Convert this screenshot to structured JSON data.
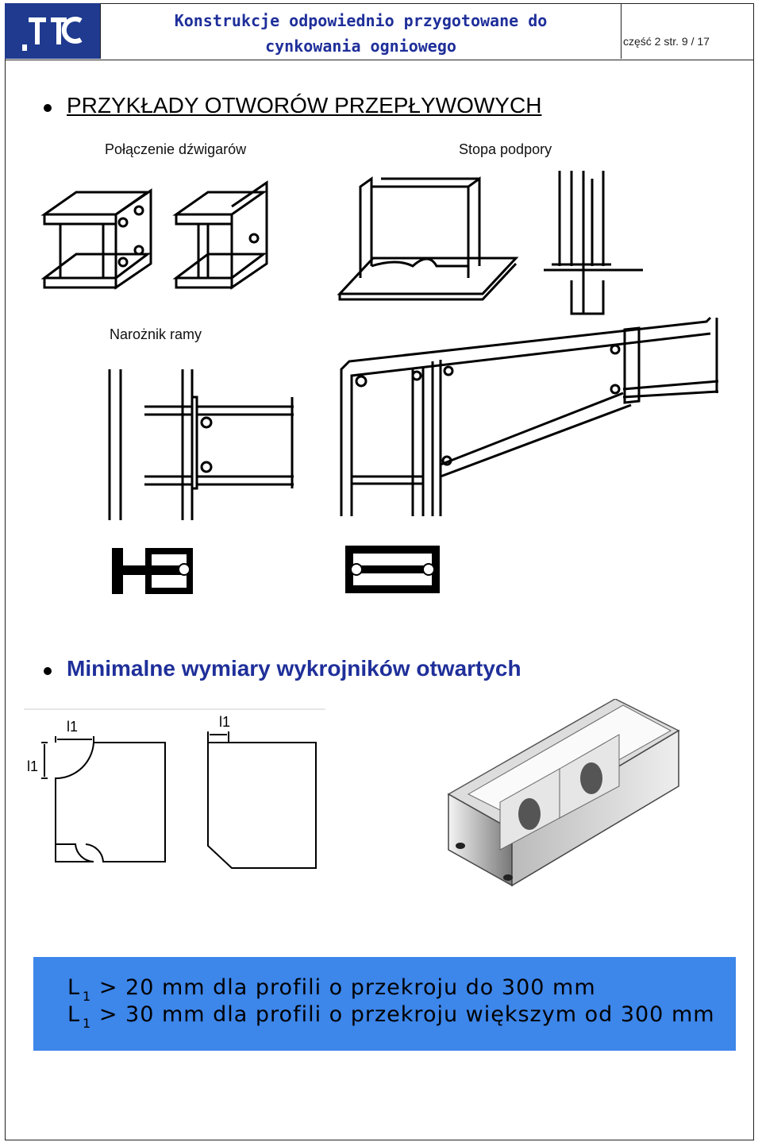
{
  "header": {
    "title_line1": "Konstrukcje odpowiednio przygotowane do",
    "title_line2": "cynkowania ogniowego",
    "page_info": "część 2 str. 9 / 17"
  },
  "section1": {
    "heading": "PRZYKŁADY OTWORÓW PRZEPŁYWOWYCH",
    "caption_left": "Połączenie dźwigarów",
    "caption_right": "Stopa podpory",
    "caption_frame": "Narożnik ramy"
  },
  "section2": {
    "heading": "Minimalne wymiary wykrojników otwartych",
    "dim_label_1": "l1",
    "dim_label_2": "l1",
    "dim_label_3": "l1"
  },
  "info": {
    "line1_prefix": "L",
    "line1_sub": "1",
    "line1_rest": " > 20 mm  dla profili o przekroju do 300 mm",
    "line2_prefix": "L",
    "line2_sub": "1",
    "line2_rest": " > 30 mm  dla profili o przekroju większym od 300 mm",
    "background_color": "#3d86ea"
  },
  "colors": {
    "title": "#1f2f9a"
  }
}
